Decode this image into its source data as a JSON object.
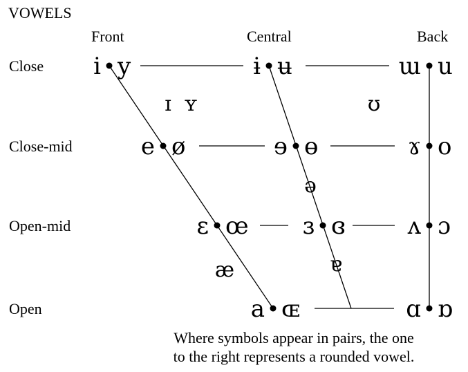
{
  "title": "VOWELS",
  "columns": {
    "front": "Front",
    "central": "Central",
    "back": "Back"
  },
  "rows": {
    "close": "Close",
    "close_mid": "Close-mid",
    "open_mid": "Open-mid",
    "open": "Open"
  },
  "vowels": {
    "close_front_unrounded": "i",
    "close_front_rounded": "y",
    "close_central_unrounded": "ɨ",
    "close_central_rounded": "ʉ",
    "close_back_unrounded": "ɯ",
    "close_back_rounded": "u",
    "near_close_front_unrounded": "ɪ",
    "near_close_front_rounded": "ʏ",
    "near_close_back_rounded": "ʊ",
    "close_mid_front_unrounded": "e",
    "close_mid_front_rounded": "ø",
    "close_mid_central_unrounded": "ɘ",
    "close_mid_central_rounded": "ɵ",
    "close_mid_back_unrounded": "ɤ",
    "close_mid_back_rounded": "o",
    "mid_central": "ə",
    "open_mid_front_unrounded": "ɛ",
    "open_mid_front_rounded": "œ",
    "open_mid_central_unrounded": "ɜ",
    "open_mid_central_rounded": "ɞ",
    "open_mid_back_unrounded": "ʌ",
    "open_mid_back_rounded": "ɔ",
    "near_open_front_unrounded": "æ",
    "near_open_central": "ɐ",
    "open_front_unrounded": "a",
    "open_front_rounded": "ɶ",
    "open_back_unrounded": "ɑ",
    "open_back_rounded": "ɒ"
  },
  "note": {
    "line1": "Where symbols appear in pairs, the one",
    "line2": "to the right represents a rounded vowel."
  }
}
